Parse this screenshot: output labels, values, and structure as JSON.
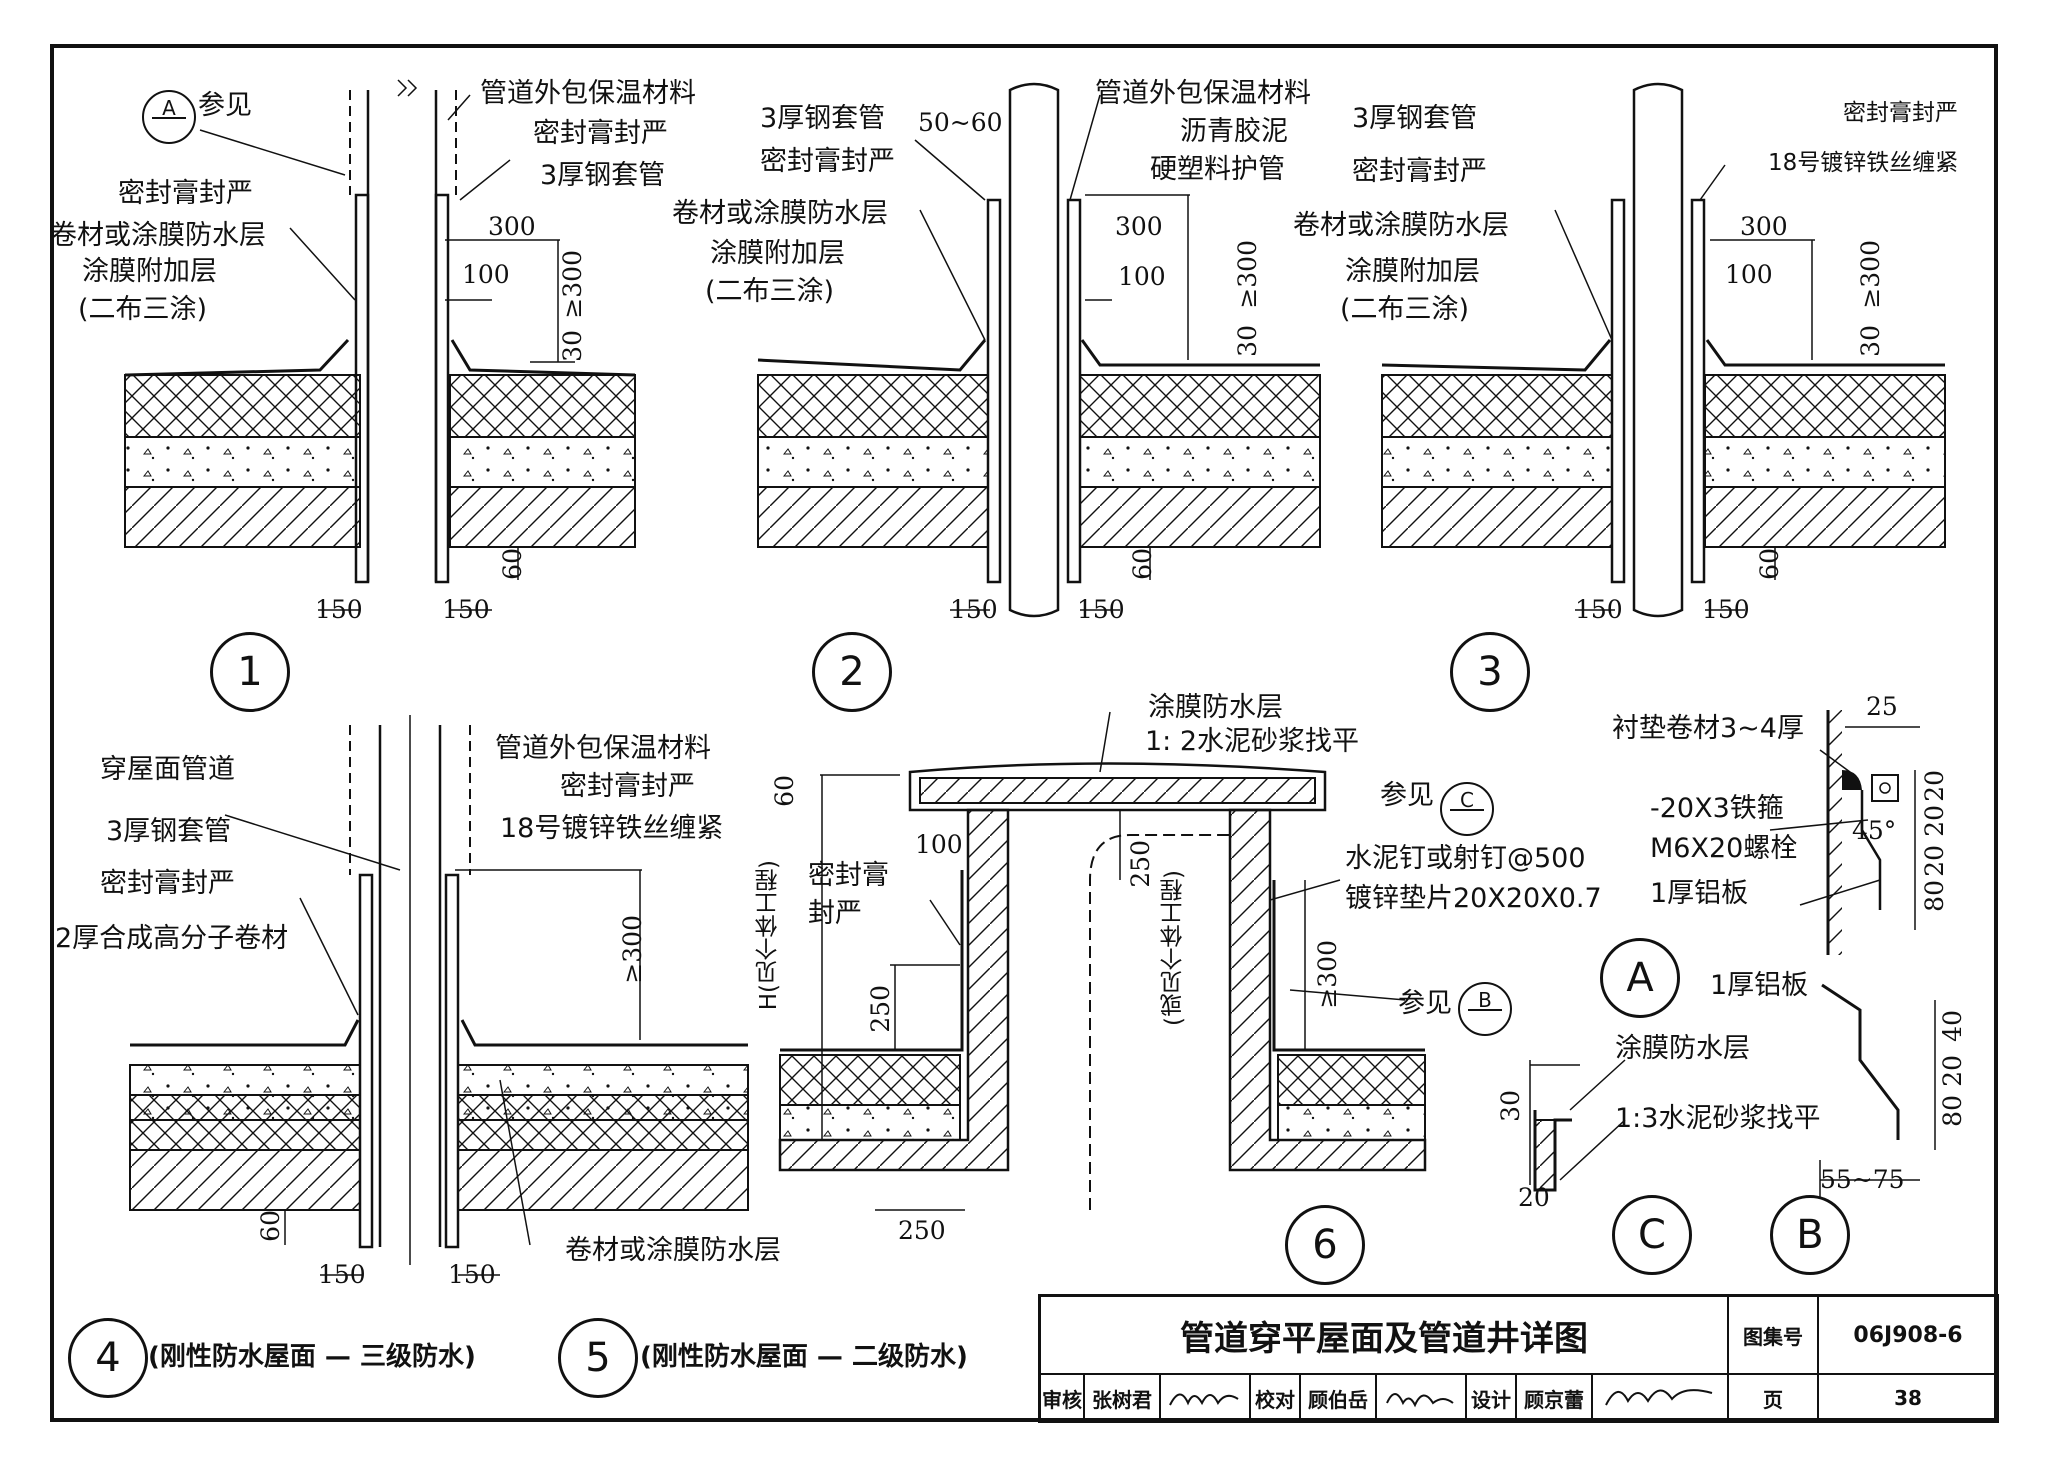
{
  "title": "管道穿平屋面及管道井详图",
  "atlas_label": "图集号",
  "atlas_no": "06J908-6",
  "page_label": "页",
  "page_no": "38",
  "signoff": {
    "review_label": "审核",
    "reviewer": "张树君",
    "check_label": "校对",
    "checker": "顾伯岳",
    "design_label": "设计",
    "designer": "顾京蕾"
  },
  "details": {
    "d1": {
      "no": "1",
      "labels": {
        "ref": "参见",
        "ref_circle": "A",
        "insul": "管道外包保温材料",
        "seal_top": "密封膏封严",
        "sleeve": "3厚钢套管",
        "seal": "密封膏封严",
        "membrane": "卷材或涂膜防水层",
        "add_layer": "涂膜附加层",
        "add_layer2": "(二布三涂)"
      },
      "dims": {
        "d300": "300",
        "d100": "100",
        "d_ge300": "≥300",
        "d30": "30",
        "d60": "60",
        "d150a": "150",
        "d150b": "150"
      }
    },
    "d2": {
      "no": "2",
      "labels": {
        "sleeve": "3厚钢套管",
        "gap": "50~60",
        "seal": "密封膏封严",
        "membrane": "卷材或涂膜防水层",
        "add_layer": "涂膜附加层",
        "add_layer2": "(二布三涂)",
        "insul": "管道外包保温材料",
        "asphalt": "沥青胶泥",
        "pvc": "硬塑料护管"
      },
      "dims": {
        "d300": "300",
        "d100": "100",
        "d_ge300": "≥300",
        "d30": "30",
        "d60": "60",
        "d150a": "150",
        "d150b": "150"
      }
    },
    "d3": {
      "no": "3",
      "labels": {
        "sleeve": "3厚钢套管",
        "seal": "密封膏封严",
        "membrane": "卷材或涂膜防水层",
        "add_layer": "涂膜附加层",
        "add_layer2": "(二布三涂)",
        "seal_r": "密封膏封严",
        "wire": "18号镀锌铁丝缠紧"
      },
      "dims": {
        "d300": "300",
        "d100": "100",
        "d_ge300": "≥300",
        "d30": "30",
        "d60": "60",
        "d150a": "150",
        "d150b": "150"
      }
    },
    "d45": {
      "no4": "4",
      "cap4": "(刚性防水屋面 — 三级防水)",
      "no5": "5",
      "cap5": "(刚性防水屋面 — 二级防水)",
      "labels": {
        "pipe": "穿屋面管道",
        "sleeve": "3厚钢套管",
        "seal": "密封膏封严",
        "polymer": "2厚合成高分子卷材",
        "insul": "管道外包保温材料",
        "seal_r": "密封膏封严",
        "wire": "18号镀锌铁丝缠紧",
        "membrane": "卷材或涂膜防水层"
      },
      "dims": {
        "d_ge300": "≥300",
        "d60": "60",
        "d150a": "150",
        "d150b": "150"
      }
    },
    "d6": {
      "no": "6",
      "labels": {
        "coat": "涂膜防水层",
        "mortar": "1: 2水泥砂浆找平",
        "ref_c": "参见",
        "ref_c_circle": "C",
        "nail": "水泥钉或射钉@500",
        "washer": "镀锌垫片20X20X0.7",
        "seal": "密封膏",
        "seal2": "封严",
        "ref_b": "参见",
        "ref_b_circle": "B",
        "h_note": "H(见个体工程)",
        "h_note2": "(或见个体工程)"
      },
      "dims": {
        "d60": "60",
        "d100": "100",
        "d250a": "250",
        "d250b": "250",
        "d250c": "250",
        "d_ge300": "≥300"
      }
    },
    "dA": {
      "no": "A",
      "labels": {
        "liner": "衬垫卷材3~4厚",
        "hoop": "-20X3铁箍",
        "bolt": "M6X20螺栓",
        "alu": "1厚铝板"
      },
      "dims": {
        "d25": "25",
        "d20a": "20",
        "d20b": "20",
        "d20c": "20",
        "d80": "80",
        "d45": "45°"
      }
    },
    "dB": {
      "no": "B",
      "labels": {
        "alu": "1厚铝板"
      },
      "dims": {
        "d40": "40",
        "d20": "20",
        "d80": "80",
        "d5575": "55~75"
      }
    },
    "dC": {
      "no": "C",
      "labels": {
        "coat": "涂膜防水层",
        "mortar": "1:3水泥砂浆找平"
      },
      "dims": {
        "d30": "30",
        "d20": "20"
      }
    }
  }
}
